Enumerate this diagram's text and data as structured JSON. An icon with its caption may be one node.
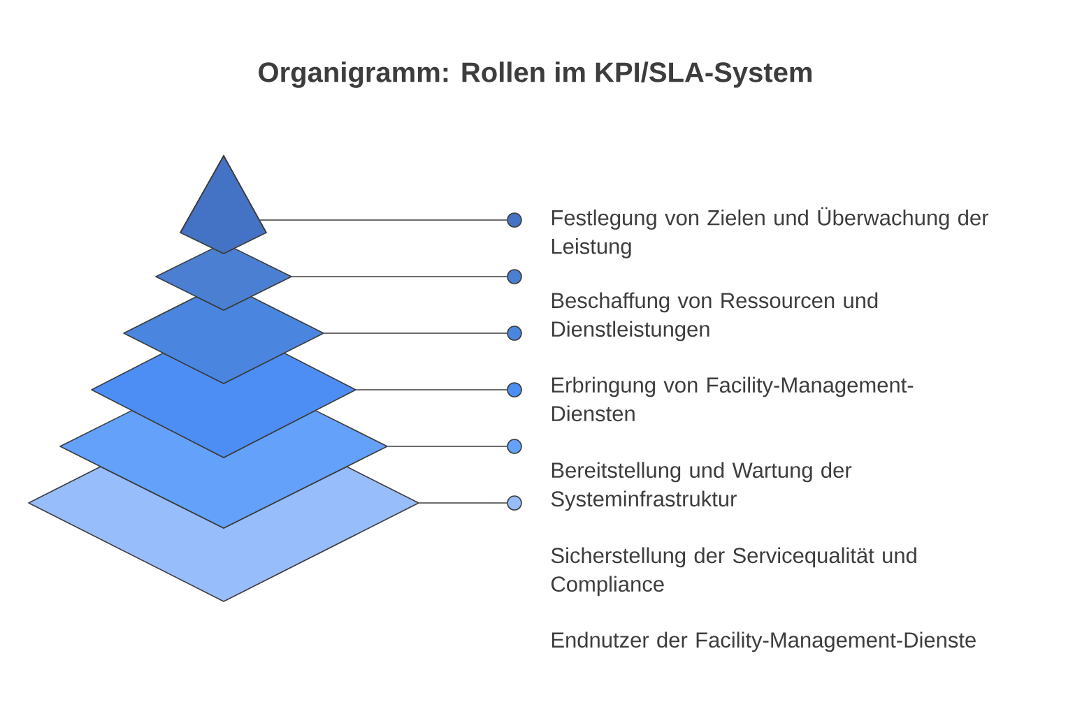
{
  "diagram": {
    "title": "Organigramm: Rollen im KPI/SLA-System",
    "nodes": [
      {
        "text": [],
        "shape": "triangle"
      },
      {
        "text": [],
        "shape": "diamond"
      },
      {
        "text": [],
        "shape": "diamond"
      },
      {
        "text": [],
        "shape": "diamond"
      },
      {
        "text": [],
        "shape": "diamond"
      },
      {
        "text": [],
        "shape": "diamond"
      },
      {
        "text": [],
        "shape": "circle"
      },
      {
        "text": [],
        "shape": "circle"
      },
      {
        "text": [],
        "shape": "circle"
      },
      {
        "text": [],
        "shape": "circle"
      },
      {
        "text": [],
        "shape": "circle"
      },
      {
        "text": [],
        "shape": "circle"
      }
    ],
    "edges": [
      {
        "from": 0,
        "to": 6,
        "arrow": "none"
      },
      {
        "from": 1,
        "to": 7,
        "arrow": "none"
      },
      {
        "from": 2,
        "to": 8,
        "arrow": "none"
      },
      {
        "from": 3,
        "to": 9,
        "arrow": "none"
      },
      {
        "from": 4,
        "to": 10,
        "arrow": "none"
      },
      {
        "from": 5,
        "to": 11,
        "arrow": "none"
      }
    ],
    "labels": [
      "Festlegung von Zielen und Überwachung der Leistung",
      "Beschaffung von Ressourcen und Dienstleistungen",
      "Erbringung von Facility-Management-Diensten",
      "Bereitstellung und Wartung der Systeminfrastruktur",
      "Sicherstellung der Servicequalität und Compliance",
      "Endnutzer der Facility-Management-Dienste"
    ]
  }
}
